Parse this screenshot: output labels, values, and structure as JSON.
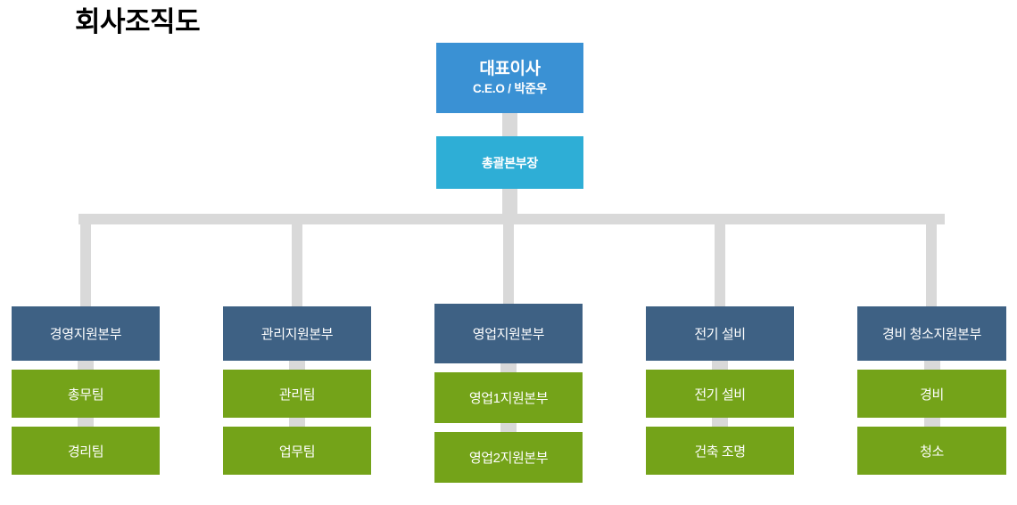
{
  "title": "회사조직도",
  "colors": {
    "ceo": "#3a91d4",
    "general_manager": "#2eaed6",
    "division_head": "#3e6184",
    "team": "#74a319",
    "connector": "#d9d9d9",
    "title_text": "#000000",
    "node_text": "#ffffff",
    "background": "#ffffff"
  },
  "top": {
    "ceo": {
      "title": "대표이사",
      "subtitle": "C.E.O / 박준우"
    },
    "general_manager": {
      "title": "총괄본부장"
    }
  },
  "columns": [
    {
      "head": "경영지원본부",
      "teams": [
        "총무팀",
        "경리팀"
      ]
    },
    {
      "head": "관리지원본부",
      "teams": [
        "관리팀",
        "업무팀"
      ]
    },
    {
      "head": "영업지원본부",
      "teams": [
        "영업1지원본부",
        "영업2지원본부"
      ]
    },
    {
      "head": "전기 설비",
      "teams": [
        "전기 설비",
        "건축 조명"
      ]
    },
    {
      "head": "경비 청소지원본부",
      "teams": [
        "경비",
        "청소"
      ]
    }
  ]
}
